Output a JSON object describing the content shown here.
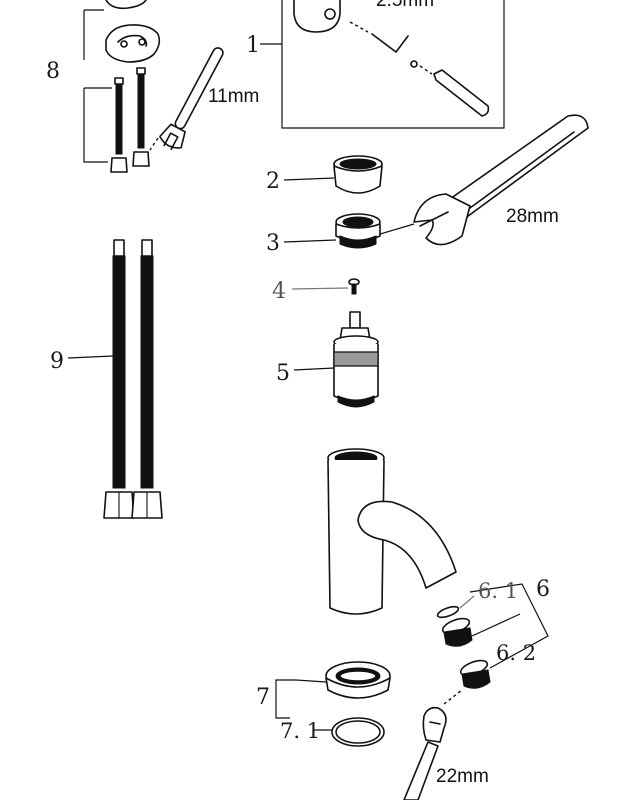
{
  "labels": {
    "part1": "1",
    "part2": "2",
    "part3": "3",
    "part4": "4",
    "part5": "5",
    "part6": "6",
    "part6_1": "6. 1",
    "part6_2": "6. 2",
    "part7": "7",
    "part7_1": "7. 1",
    "part8": "8",
    "part9": "9"
  },
  "dimensions": {
    "hex_key": "2.5mm",
    "wrench_small": "11mm",
    "wrench_large": "28mm",
    "wrench_aerator": "22mm"
  }
}
